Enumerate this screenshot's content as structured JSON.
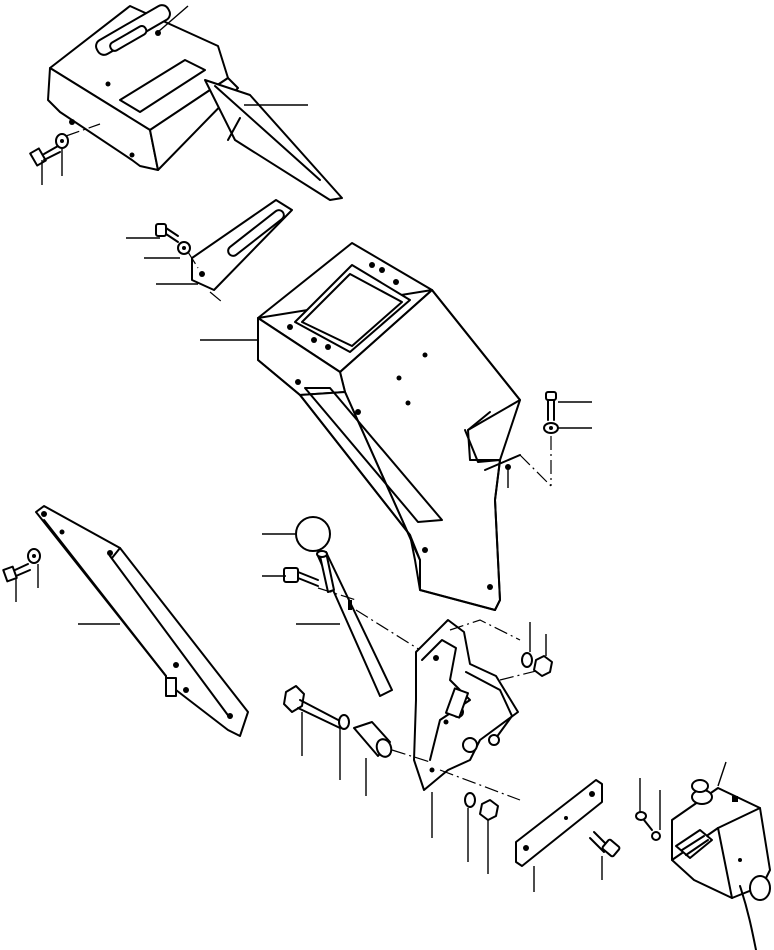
{
  "figure": {
    "kind": "exploded-parts-diagram",
    "parts": [
      "top-cover",
      "cover-plate",
      "control-box-housing",
      "side-panel",
      "lever-knob",
      "control-lever",
      "lever-bracket-assembly",
      "spacer-collar",
      "mounting-plate",
      "control-switch"
    ],
    "callout_leader_count": 33,
    "callout_labels_printed": false
  }
}
